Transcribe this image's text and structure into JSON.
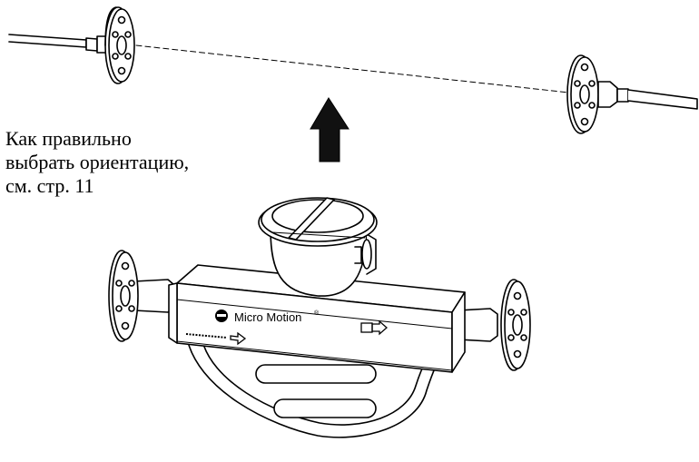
{
  "caption": {
    "line1": "Как правильно",
    "line2": "выбрать ориентацию,",
    "line3": "см. стр. 11"
  },
  "meter": {
    "brand": "Micro Motion",
    "trademark": "®"
  },
  "colors": {
    "ink": "#000000",
    "paper": "#ffffff",
    "arrow": "#111111"
  },
  "icons": {
    "direction": "up-arrow-icon",
    "flow": "flow-direction-arrow-icon",
    "logo": "micro-motion-logo-icon"
  }
}
